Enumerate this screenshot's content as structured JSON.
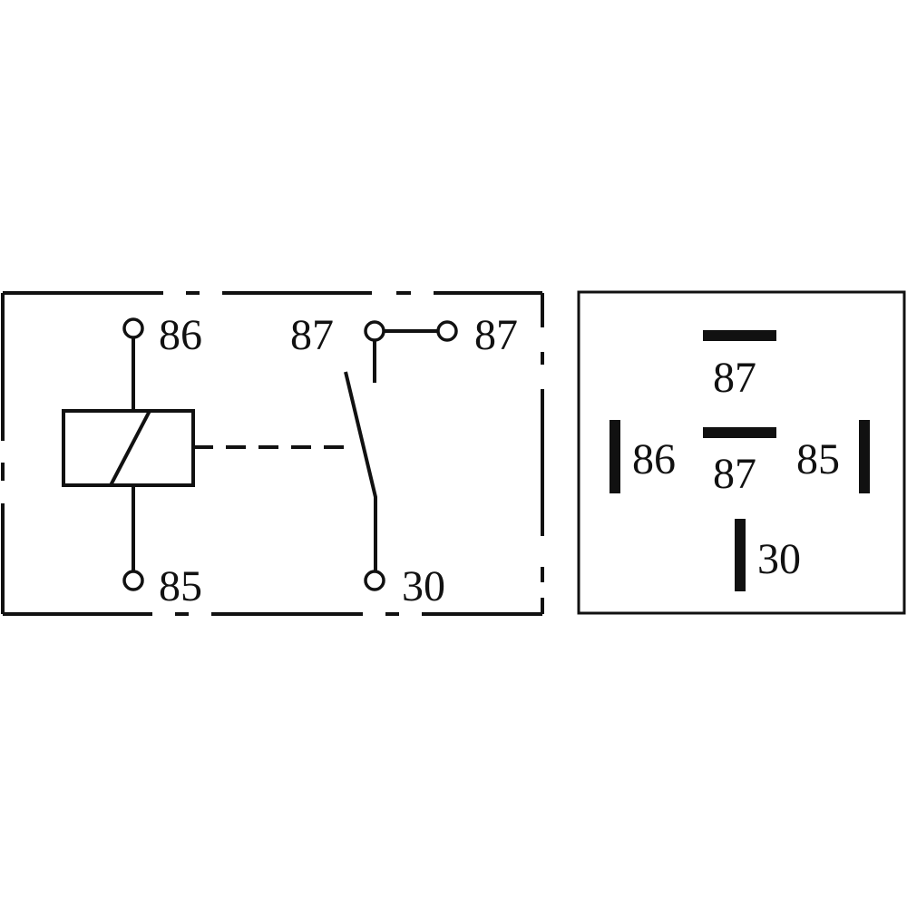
{
  "schematic": {
    "coil_top_terminal": "86",
    "coil_bottom_terminal": "85",
    "switch_left_terminal": "87",
    "switch_right_terminal": "87",
    "common_terminal": "30"
  },
  "pinout": {
    "top_pin": "87",
    "center_pin": "87",
    "left_pin": "86",
    "right_pin": "85",
    "bottom_pin": "30"
  }
}
